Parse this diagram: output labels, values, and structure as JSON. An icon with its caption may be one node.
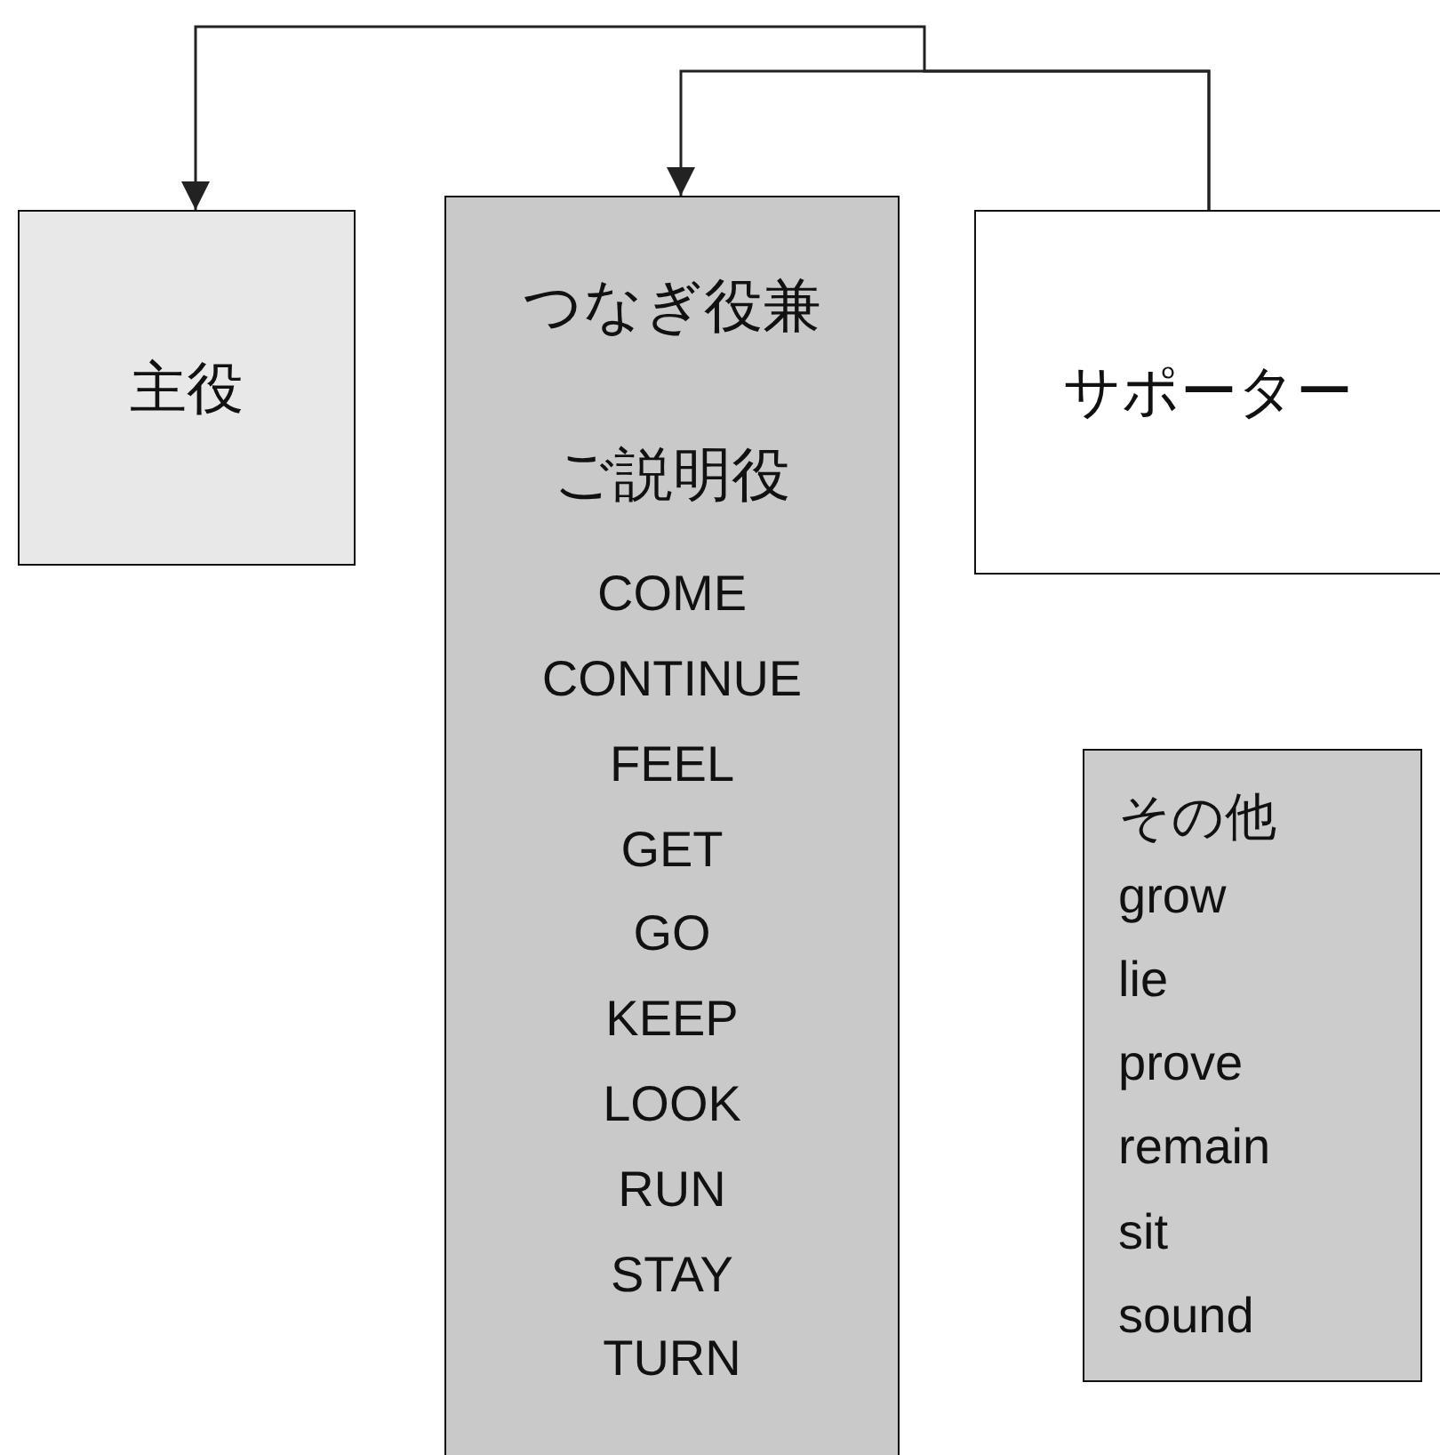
{
  "diagram": {
    "nodes": [
      {
        "text": [
          "主役"
        ]
      },
      {
        "text": [
          "つなぎ役兼",
          "ご説明役",
          "COME",
          "CONTINUE",
          "FEEL",
          "GET",
          "GO",
          "KEEP",
          "LOOK",
          "RUN",
          "STAY",
          "TURN"
        ]
      },
      {
        "text": [
          "サポーター"
        ]
      },
      {
        "text": [
          "その他",
          "grow",
          "lie",
          "prove",
          "remain",
          "sit",
          "sound"
        ]
      }
    ],
    "edges": [
      {
        "from": 2,
        "to": 0,
        "arrow": "to"
      },
      {
        "from": 2,
        "to": 1,
        "arrow": "to"
      }
    ]
  }
}
